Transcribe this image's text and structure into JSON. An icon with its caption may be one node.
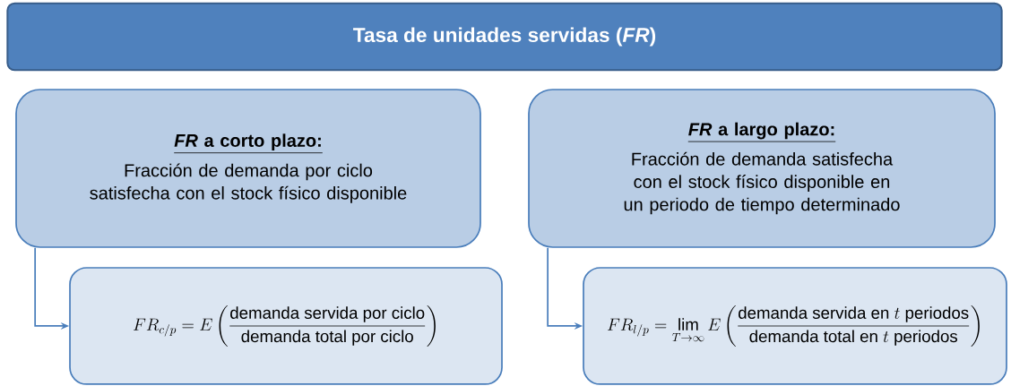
{
  "diagram": {
    "title": "Tasa de unidades servidas (*FR*)",
    "nodes": [
      {
        "text": [
          "*FR* a corto plazo:",
          "Fracción de demanda por ciclo satisfecha con el stock físico disponible"
        ]
      },
      {
        "text": [
          "FR_{c/p}=E\\left(\\frac{\\text{demanda servida por ciclo}}{\\text{demanda total por ciclo}}\\right)"
        ]
      },
      {
        "text": [
          "*FR* a largo plazo:",
          "Fracción de demanda satisfecha con el stock físico disponible en un periodo de tiempo determinado"
        ]
      },
      {
        "text": [
          "FR_{l/p}=\\lim_{T\\to\\infty}E\\left(\\frac{\\text{demanda servida en $t$ periodos}}{\\text{demanda total en $t$ periodos}}\\right)"
        ]
      }
    ],
    "edges": [
      {
        "from": 0,
        "to": 1,
        "arrow": "to"
      },
      {
        "from": 2,
        "to": 3,
        "arrow": "to"
      }
    ]
  }
}
